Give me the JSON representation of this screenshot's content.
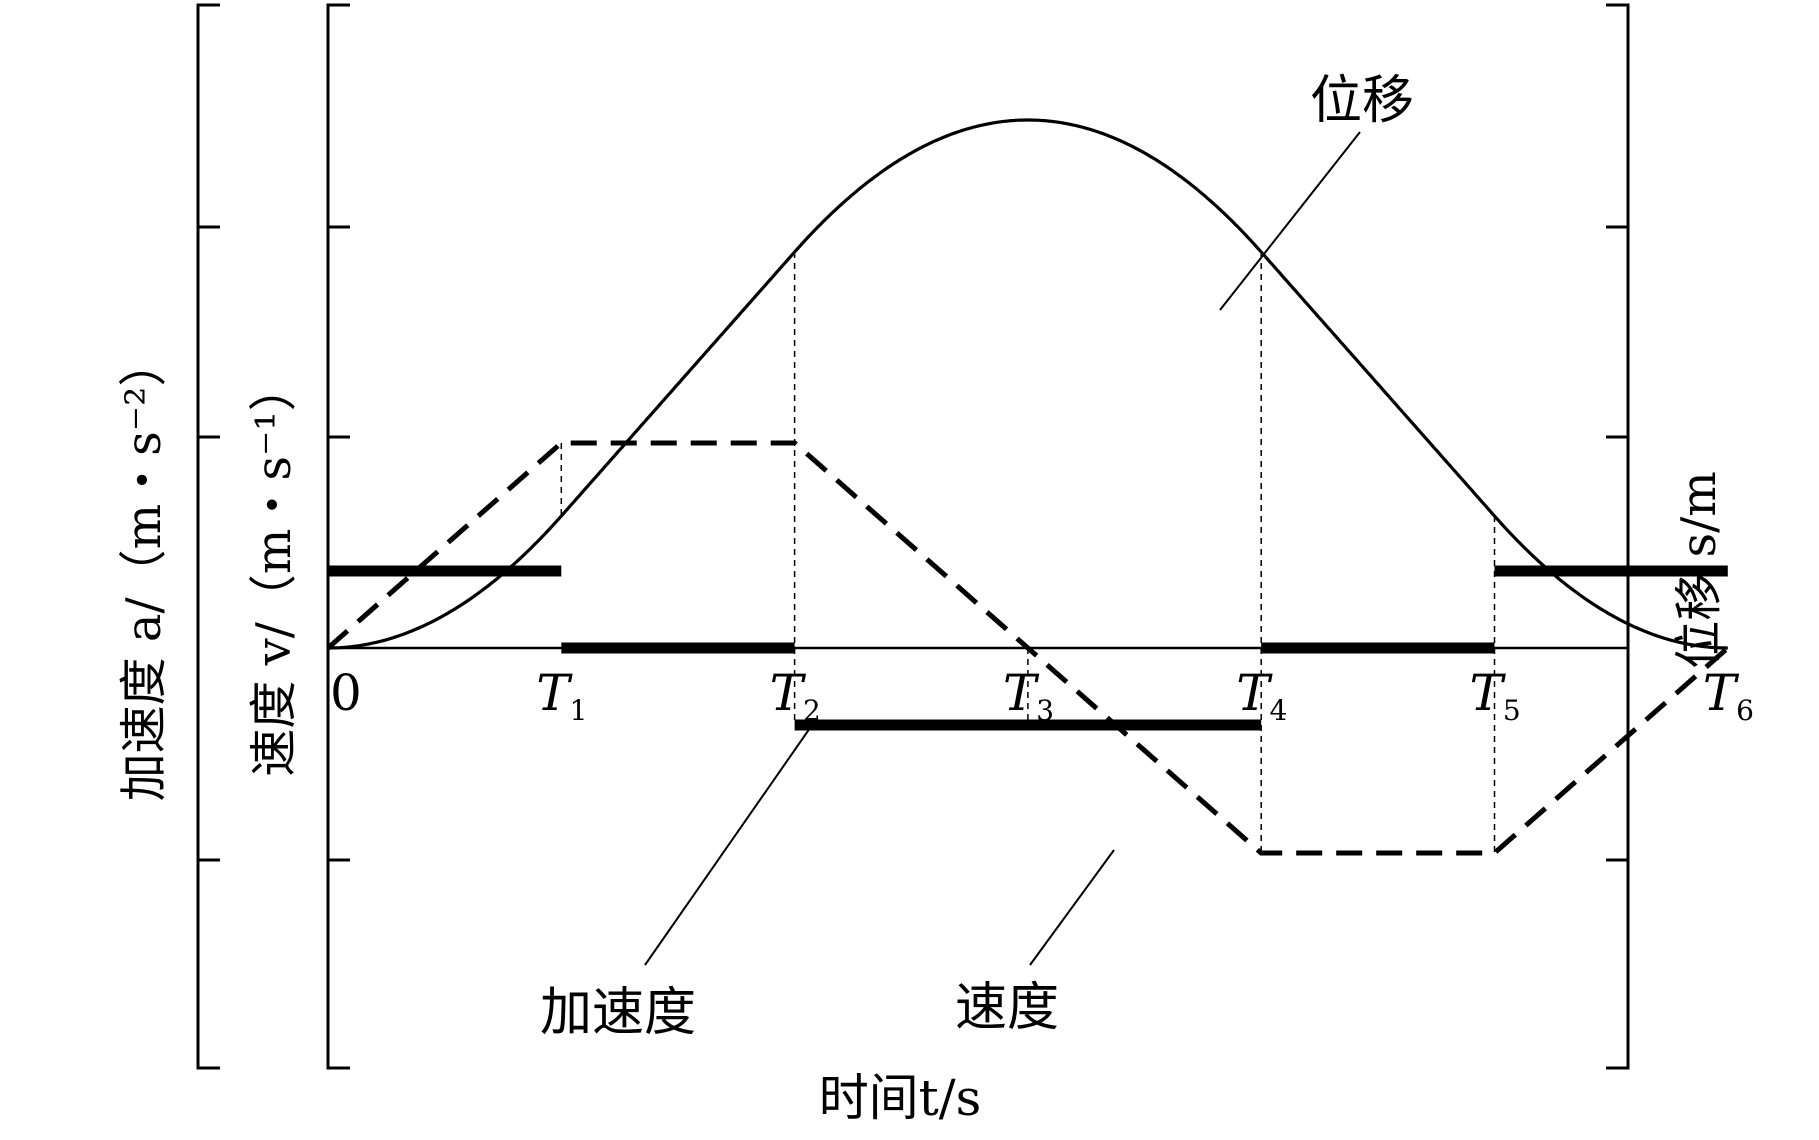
{
  "chart_data": {
    "type": "line",
    "xlabel": "时间t/s",
    "ylabel_left_outer": "加速度 a/（m・s⁻²）",
    "ylabel_left_inner": "速度 v/（m・s⁻¹）",
    "ylabel_right": "位移 s/m",
    "x_ticks": [
      "0",
      "T1",
      "T2",
      "T3",
      "T4",
      "T5",
      "T6"
    ],
    "x": [
      0,
      1,
      2,
      3,
      4,
      5,
      6
    ],
    "series": [
      {
        "name": "加速度",
        "style": "thick solid steps",
        "segments": [
          {
            "from": 0,
            "to": 1,
            "value": 1
          },
          {
            "from": 1,
            "to": 2,
            "value": 0
          },
          {
            "from": 2,
            "to": 4,
            "value": -1
          },
          {
            "from": 4,
            "to": 5,
            "value": 0
          },
          {
            "from": 5,
            "to": 6,
            "value": 1
          }
        ]
      },
      {
        "name": "速度",
        "style": "dashed",
        "points": [
          [
            0,
            0
          ],
          [
            1,
            1
          ],
          [
            2,
            1
          ],
          [
            3,
            0
          ],
          [
            4,
            -1
          ],
          [
            5,
            -1
          ],
          [
            6,
            0
          ]
        ]
      },
      {
        "name": "位移",
        "style": "solid curve",
        "points": [
          [
            0,
            0
          ],
          [
            1,
            0.5
          ],
          [
            2,
            1.5
          ],
          [
            3,
            2
          ],
          [
            4,
            1.5
          ],
          [
            5,
            0.5
          ],
          [
            6,
            0
          ]
        ]
      }
    ],
    "labels": {
      "acc": "加速度",
      "vel": "速度",
      "disp": "位移"
    },
    "grid": false
  }
}
